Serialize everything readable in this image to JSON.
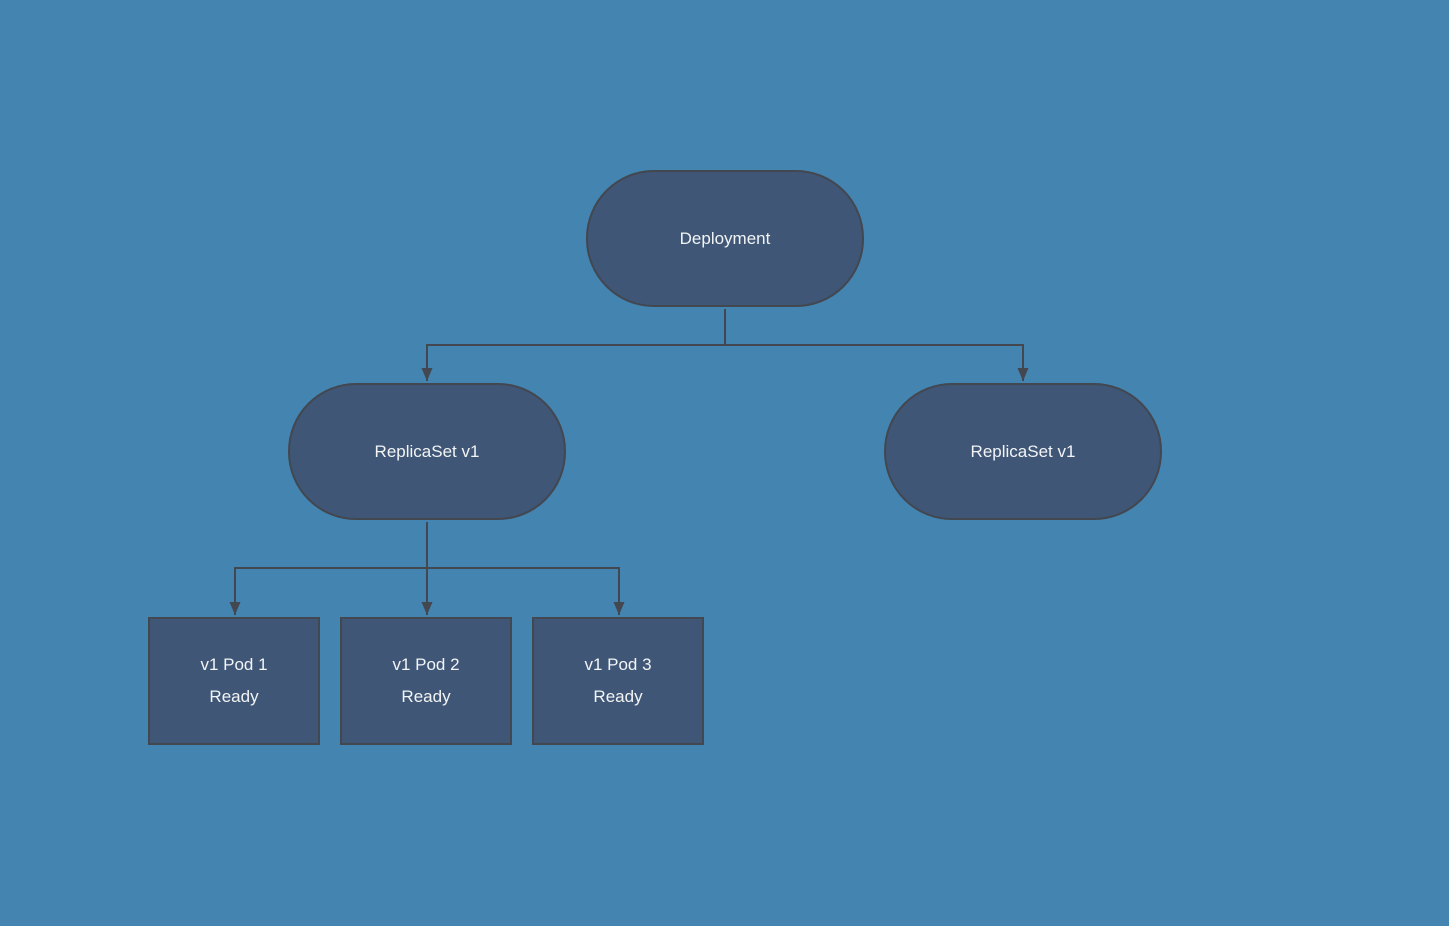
{
  "diagram": {
    "type": "tree",
    "nodes": {
      "deployment": {
        "label": "Deployment",
        "shape": "stadium"
      },
      "replicaset_left": {
        "label": "ReplicaSet v1",
        "shape": "stadium"
      },
      "replicaset_right": {
        "label": "ReplicaSet v1",
        "shape": "stadium"
      },
      "pod_1": {
        "label": "v1 Pod 1",
        "status": "Ready",
        "shape": "rectangle"
      },
      "pod_2": {
        "label": "v1 Pod 2",
        "status": "Ready",
        "shape": "rectangle"
      },
      "pod_3": {
        "label": "v1 Pod 3",
        "status": "Ready",
        "shape": "rectangle"
      }
    },
    "edges": [
      {
        "from": "deployment",
        "to": "replicaset_left",
        "arrow": "to"
      },
      {
        "from": "deployment",
        "to": "replicaset_right",
        "arrow": "to"
      },
      {
        "from": "replicaset_left",
        "to": "pod_1",
        "arrow": "to"
      },
      {
        "from": "replicaset_left",
        "to": "pod_2",
        "arrow": "to"
      },
      {
        "from": "replicaset_left",
        "to": "pod_3",
        "arrow": "to"
      }
    ]
  },
  "colors": {
    "background": "#4484B1",
    "node_fill": "#3F5676",
    "node_border": "#424750",
    "connector": "#424750",
    "text": "#F2F4F5"
  }
}
